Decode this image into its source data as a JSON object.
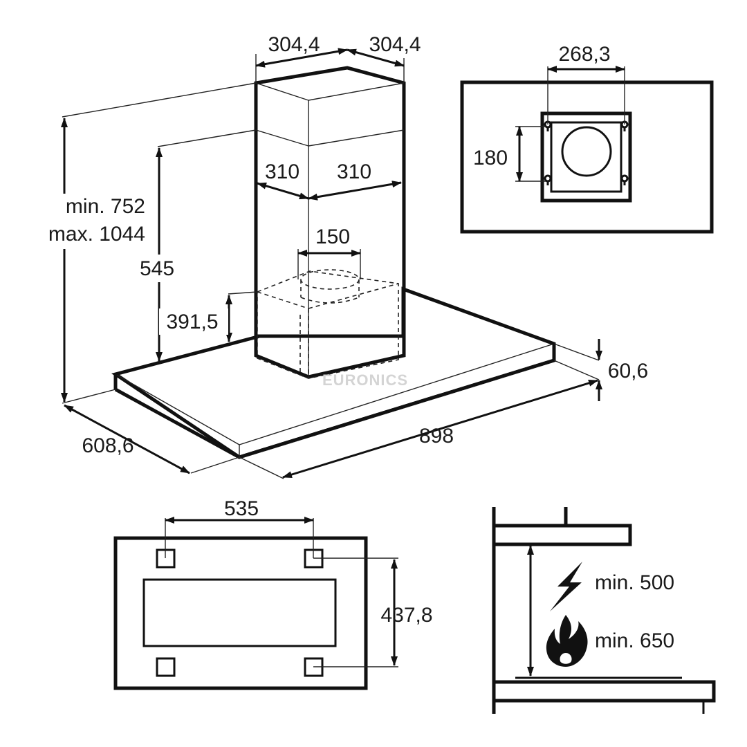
{
  "main_view": {
    "chimney_width_left": "304,4",
    "chimney_width_right": "304,4",
    "inner_chimney_left": "310",
    "inner_chimney_right": "310",
    "outlet_diameter": "150",
    "height_min": "min. 752",
    "height_max": "max. 1044",
    "upper_chimney_height": "545",
    "lower_chimney_height": "391,5",
    "canopy_thickness": "60,6",
    "canopy_width": "898",
    "canopy_depth": "608,6"
  },
  "ceiling_bracket_view": {
    "hole_spacing_horizontal": "268,3",
    "hole_spacing_vertical": "180"
  },
  "bottom_view": {
    "hole_spacing_horizontal": "535",
    "hole_spacing_vertical": "437,8"
  },
  "clearance_view": {
    "electric_hob_min": "min. 500",
    "gas_hob_min": "min. 650",
    "electric_icon": "lightning-bolt",
    "gas_icon": "flame"
  },
  "watermark": "EURONICS"
}
